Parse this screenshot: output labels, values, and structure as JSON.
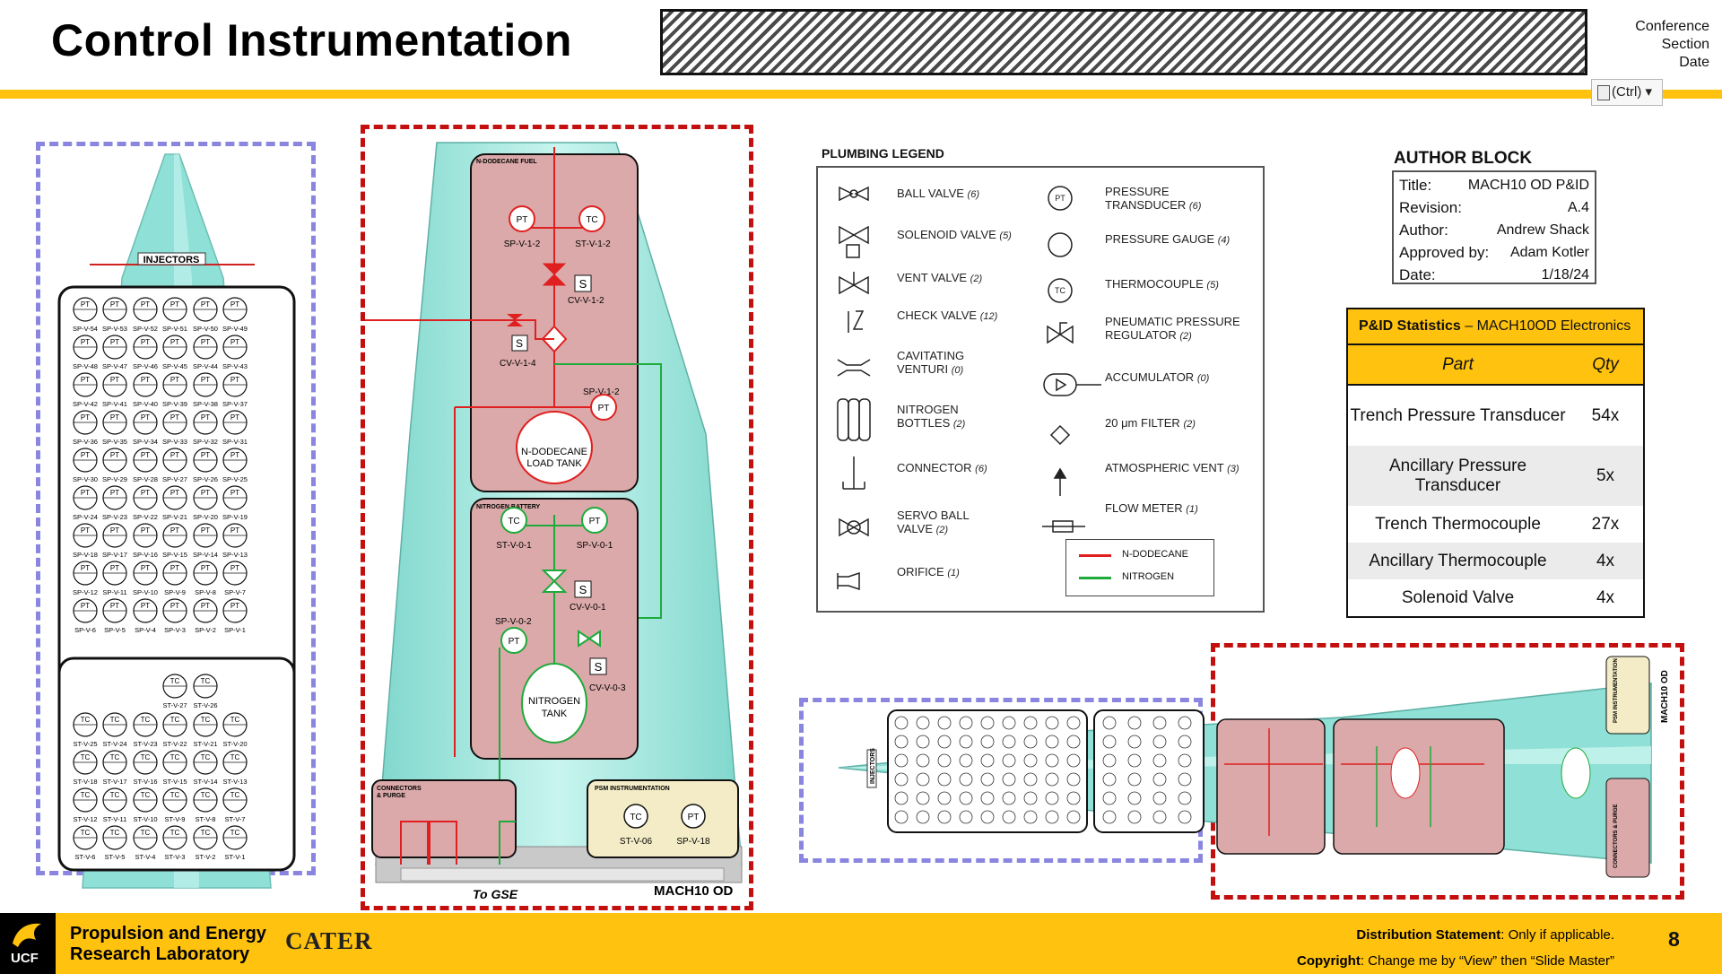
{
  "header": {
    "title": "Control Instrumentation",
    "conference_lines": [
      "Conference",
      "Section",
      "Date"
    ],
    "ctrl_label": "(Ctrl)"
  },
  "left_diagram": {
    "injectors_label": "INJECTORS",
    "pt_rows": [
      [
        "SP-V-54",
        "SP-V-53",
        "SP-V-52",
        "SP-V-51",
        "SP-V-50",
        "SP-V-49"
      ],
      [
        "SP-V-48",
        "SP-V-47",
        "SP-V-46",
        "SP-V-45",
        "SP-V-44",
        "SP-V-43"
      ],
      [
        "SP-V-42",
        "SP-V-41",
        "SP-V-40",
        "SP-V-39",
        "SP-V-38",
        "SP-V-37"
      ],
      [
        "SP-V-36",
        "SP-V-35",
        "SP-V-34",
        "SP-V-33",
        "SP-V-32",
        "SP-V-31"
      ],
      [
        "SP-V-30",
        "SP-V-29",
        "SP-V-28",
        "SP-V-27",
        "SP-V-26",
        "SP-V-25"
      ],
      [
        "SP-V-24",
        "SP-V-23",
        "SP-V-22",
        "SP-V-21",
        "SP-V-20",
        "SP-V-19"
      ],
      [
        "SP-V-18",
        "SP-V-17",
        "SP-V-16",
        "SP-V-15",
        "SP-V-14",
        "SP-V-13"
      ],
      [
        "SP-V-12",
        "SP-V-11",
        "SP-V-10",
        "SP-V-9",
        "SP-V-8",
        "SP-V-7"
      ],
      [
        "SP-V-6",
        "SP-V-5",
        "SP-V-4",
        "SP-V-3",
        "SP-V-2",
        "SP-V-1"
      ]
    ],
    "tc_top": [
      "ST-V-27",
      "ST-V-26"
    ],
    "tc_rows": [
      [
        "ST-V-25",
        "ST-V-24",
        "ST-V-23",
        "ST-V-22",
        "ST-V-21",
        "ST-V-20"
      ],
      [
        "ST-V-18",
        "ST-V-17",
        "ST-V-16",
        "ST-V-15",
        "ST-V-14",
        "ST-V-13"
      ],
      [
        "ST-V-12",
        "ST-V-11",
        "ST-V-10",
        "ST-V-9",
        "ST-V-8",
        "ST-V-7"
      ],
      [
        "ST-V-6",
        "ST-V-5",
        "ST-V-4",
        "ST-V-3",
        "ST-V-2",
        "ST-V-1"
      ]
    ]
  },
  "middle_diagram": {
    "fuel_label": "N-DODECANE FUEL",
    "pt1": "SP-V-1-2",
    "tc1": "ST-V-1-2",
    "cv12": "CV-V-1-2",
    "cv14": "CV-V-1-4",
    "sp12b": "SP-V-1-2",
    "fuel_tank": [
      "N-DODECANE",
      "LOAD TANK"
    ],
    "battery_label": "NITROGEN BATTERY",
    "tc0": "ST-V-0-1",
    "pt0": "SP-V-0-1",
    "cv01": "CV-V-0-1",
    "sp02": "SP-V-0-2",
    "cv03": "CV-V-0-3",
    "n2_tank": [
      "NITROGEN",
      "TANK"
    ],
    "connectors": [
      "CONNECTORS",
      "& PURGE"
    ],
    "psm_label": "PSM INSTRUMENTATION",
    "psm_tc": "ST-V-06",
    "psm_pt": "SP-V-18",
    "to_gse": "To GSE",
    "model": "MACH10 OD",
    "glyph_pt": "PT",
    "glyph_tc": "TC",
    "glyph_s": "S"
  },
  "legend": {
    "title": "PLUMBING LEGEND",
    "left": [
      {
        "name": "BALL VALVE",
        "count": "(6)"
      },
      {
        "name": "SOLENOID VALVE",
        "count": "(5)"
      },
      {
        "name": "VENT VALVE",
        "count": "(2)"
      },
      {
        "name": "CHECK VALVE",
        "count": "(12)"
      },
      {
        "name": "CAVITATING VENTURI",
        "count": "(0)"
      },
      {
        "name": "NITROGEN BOTTLES",
        "count": "(2)"
      },
      {
        "name": "CONNECTOR",
        "count": "(6)"
      },
      {
        "name": "SERVO BALL VALVE",
        "count": "(2)"
      },
      {
        "name": "ORIFICE",
        "count": "(1)"
      }
    ],
    "right": [
      {
        "name": "PRESSURE TRANSDUCER",
        "count": "(6)"
      },
      {
        "name": "PRESSURE GAUGE",
        "count": "(4)"
      },
      {
        "name": "THERMOCOUPLE",
        "count": "(5)"
      },
      {
        "name": "PNEUMATIC PRESSURE REGULATOR",
        "count": "(2)"
      },
      {
        "name": "ACCUMULATOR",
        "count": "(0)"
      },
      {
        "name": "20 μm FILTER",
        "count": "(2)"
      },
      {
        "name": "ATMOSPHERIC VENT",
        "count": "(3)"
      },
      {
        "name": "FLOW METER",
        "count": "(1)"
      }
    ],
    "line_key": [
      {
        "name": "N-DODECANE",
        "color": "#e02020"
      },
      {
        "name": "NITROGEN",
        "color": "#1faa3c"
      }
    ]
  },
  "author_block": {
    "heading": "AUTHOR BLOCK",
    "rows": [
      {
        "k": "Title:",
        "v": "MACH10 OD P&ID"
      },
      {
        "k": "Revision:",
        "v": "A.4"
      },
      {
        "k": "Author:",
        "v": "Andrew Shack"
      },
      {
        "k": "Approved by:",
        "v": "Adam Kotler"
      },
      {
        "k": "Date:",
        "v": "1/18/24"
      }
    ]
  },
  "stats_table": {
    "title_bold": "P&ID Statistics",
    "title_rest": " – MACH10OD Electronics",
    "col_part": "Part",
    "col_qty": "Qty",
    "rows": [
      {
        "part": "Trench Pressure Transducer",
        "qty": "54x"
      },
      {
        "part": "Ancillary Pressure Transducer",
        "qty": "5x"
      },
      {
        "part": "Trench Thermocouple",
        "qty": "27x"
      },
      {
        "part": "Ancillary Thermocouple",
        "qty": "4x"
      },
      {
        "part": "Solenoid Valve",
        "qty": "4x"
      }
    ]
  },
  "side_view": {
    "injectors": "INJECTORS",
    "model": "MACH10 OD",
    "psm": "PSM INSTRUMENTATION",
    "connectors": "CONNECTORS & PURGE"
  },
  "footer": {
    "ucf": "UCF",
    "lab_line1": "Propulsion and Energy",
    "lab_line2": "Research Laboratory",
    "cater": "CATER",
    "dist_bold": "Distribution Statement",
    "dist_rest": ": Only if applicable.",
    "copy_bold": "Copyright",
    "copy_rest": ": Change me by “View” then “Slide Master”",
    "page_number": "8"
  },
  "colors": {
    "accent": "#ffc20e",
    "fuel": "#e02020",
    "nitrogen": "#1faa3c",
    "vehicle_teal": "#8fe0d6",
    "region_red": "#c40f0f",
    "region_blue": "#8a86e0"
  }
}
